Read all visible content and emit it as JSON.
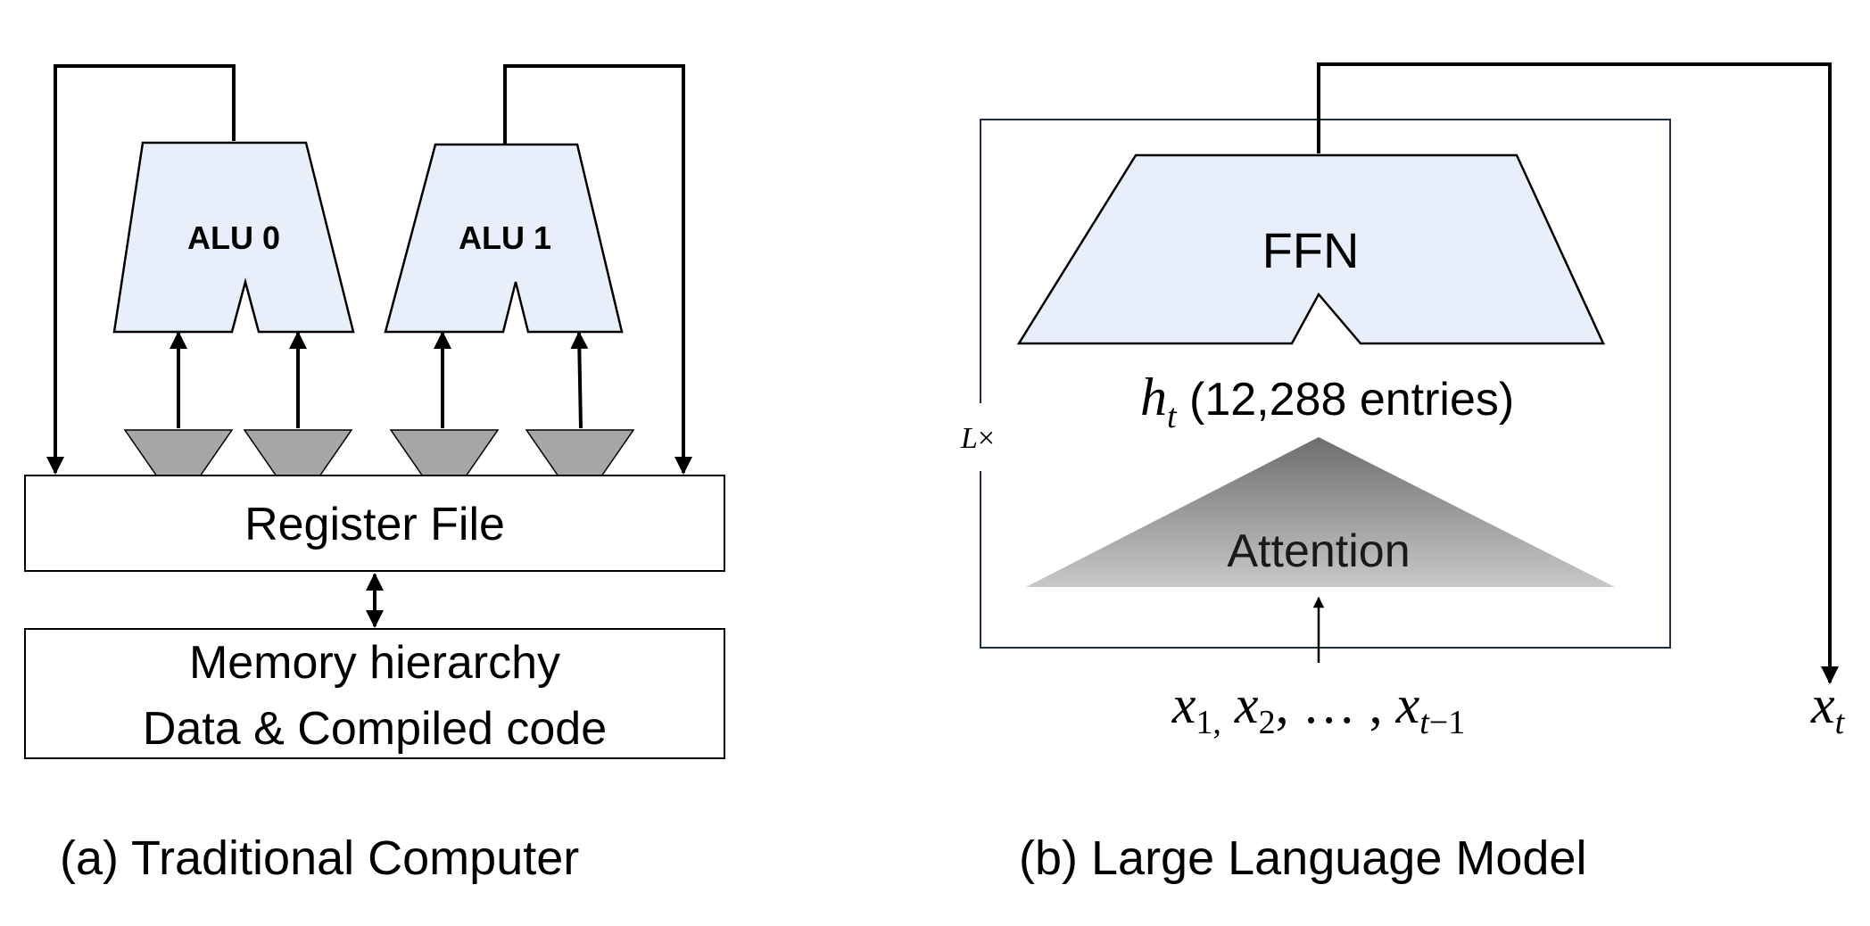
{
  "panel_a": {
    "alus": [
      {
        "label": "ALU 0"
      },
      {
        "label": "ALU 1"
      }
    ],
    "register_file": "Register File",
    "memory_line1": "Memory hierarchy",
    "memory_line2": "Data & Compiled code",
    "caption": "(a) Traditional Computer"
  },
  "panel_b": {
    "ffn": "FFN",
    "hidden_var": "h",
    "hidden_sub": "t",
    "hidden_desc": " (12,288 entries)",
    "attention": "Attention",
    "layers_var": "L",
    "layers_times": "×",
    "input_parts": {
      "x": "x",
      "sub1": "1,",
      "sep1": " ",
      "sub2": "2",
      "mid": ", … , ",
      "subt": "t",
      "subminus": "−1"
    },
    "output_var": "x",
    "output_sub": "t",
    "caption": "(b) Large Language Model"
  },
  "colors": {
    "alu_fill": "#E8EFFB",
    "mux_fill": "#A6A6A6",
    "frame_stroke": "#1F2D4A",
    "attention_top": "#6E6E6E",
    "attention_bottom": "#C8C8C8"
  }
}
